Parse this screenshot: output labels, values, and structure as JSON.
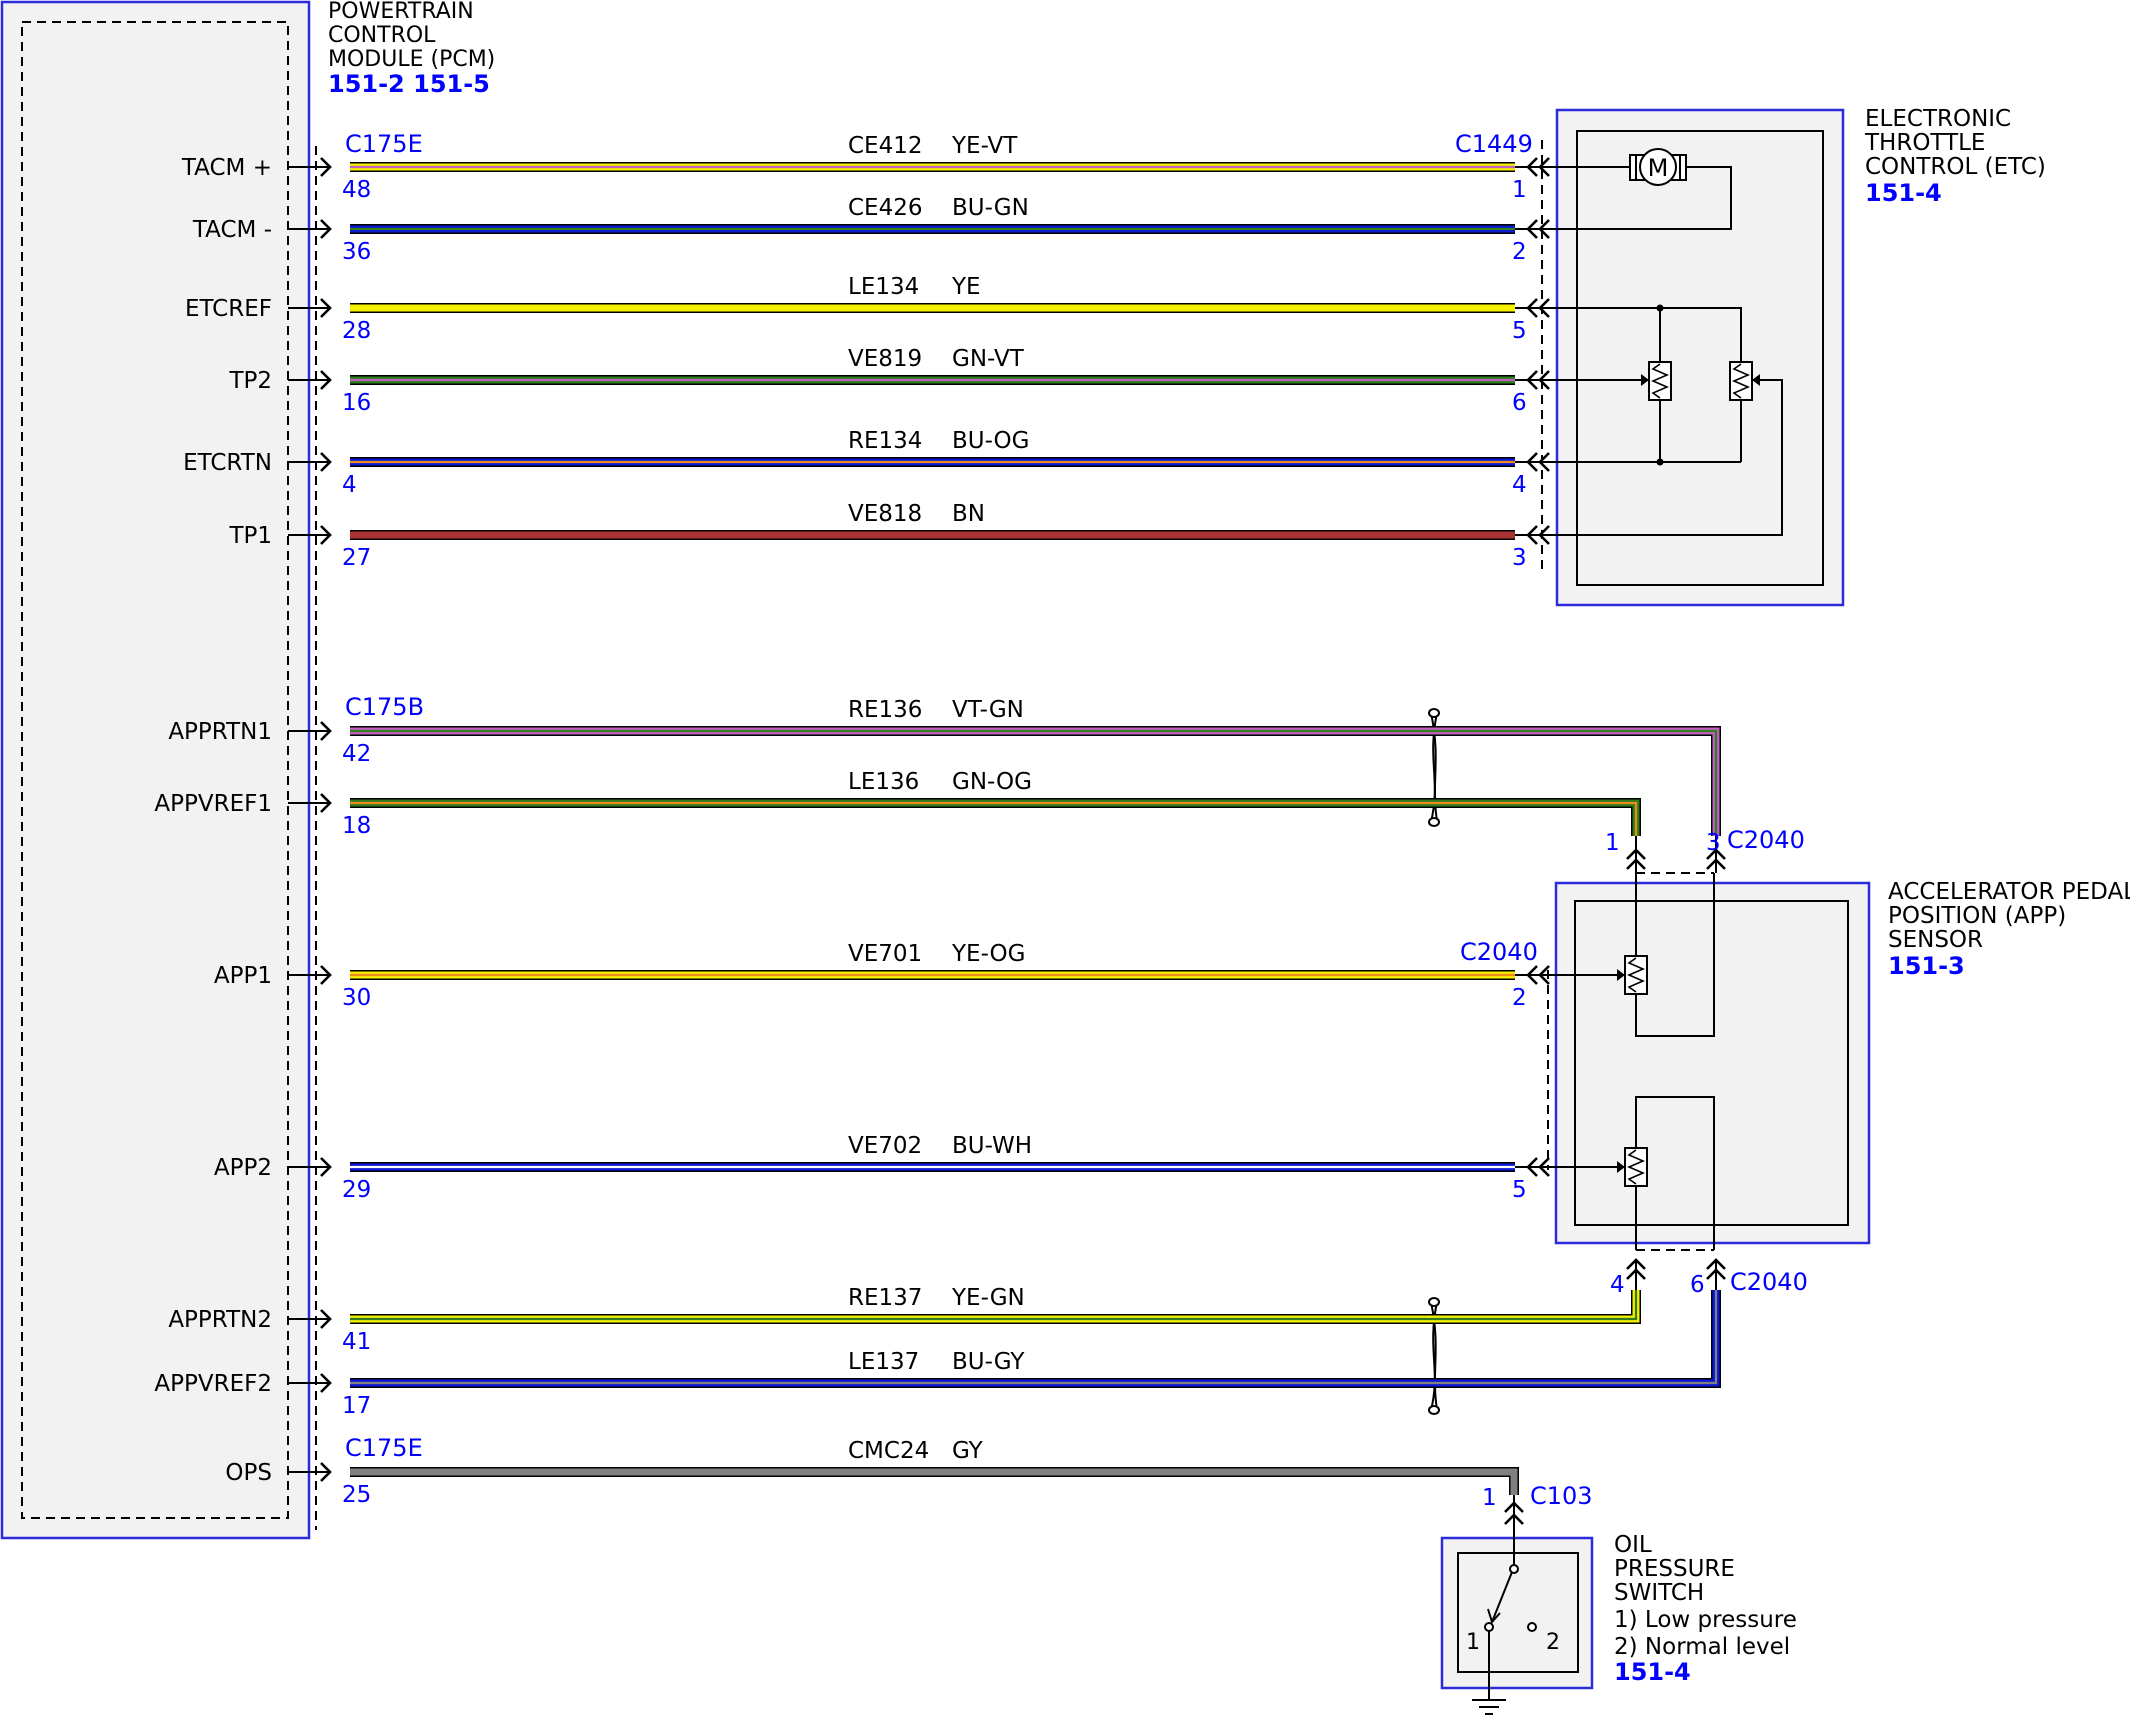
{
  "colors": {
    "module_border": "#2b2bdc",
    "module_fill": "#f2f2f2",
    "pin_number": "#0000ff",
    "YE": "#f5f000",
    "BU": "#0b18d6",
    "GN": "#2e7d1e",
    "VT": "#c060c0",
    "BN": "#a83232",
    "GY": "#808080",
    "OG": "#f08a1c",
    "WH": "#ffffff",
    "RD": "#d01010"
  },
  "pcm": {
    "title_lines": [
      "POWERTRAIN",
      "CONTROL",
      "MODULE (PCM)"
    ],
    "ref": "151-2 151-5",
    "connectors": [
      "C175E",
      "C175B",
      "C175E"
    ]
  },
  "etc": {
    "title_lines": [
      "ELECTRONIC",
      "THROTTLE",
      "CONTROL (ETC)"
    ],
    "ref": "151-4",
    "connector": "C1449",
    "motor_symbol": "M"
  },
  "app": {
    "title_lines": [
      "ACCELERATOR PEDAL",
      "POSITION (APP)",
      "SENSOR"
    ],
    "ref": "151-3",
    "connector": "C2040"
  },
  "ops_switch": {
    "title_lines": [
      "OIL",
      "PRESSURE",
      "SWITCH",
      "1) Low pressure",
      "2) Normal level"
    ],
    "ref": "151-4",
    "connector": "C103",
    "contact_labels": [
      "1",
      "2"
    ]
  },
  "circuits": [
    {
      "signal": "TACM +",
      "pcm_pin": "48",
      "circuit": "CE412",
      "color": "YE-VT",
      "far_pin": "1"
    },
    {
      "signal": "TACM -",
      "pcm_pin": "36",
      "circuit": "CE426",
      "color": "BU-GN",
      "far_pin": "2"
    },
    {
      "signal": "ETCREF",
      "pcm_pin": "28",
      "circuit": "LE134",
      "color": "YE",
      "far_pin": "5"
    },
    {
      "signal": "TP2",
      "pcm_pin": "16",
      "circuit": "VE819",
      "color": "GN-VT",
      "far_pin": "6"
    },
    {
      "signal": "ETCRTN",
      "pcm_pin": "4",
      "circuit": "RE134",
      "color": "BU-OG",
      "far_pin": "4"
    },
    {
      "signal": "TP1",
      "pcm_pin": "27",
      "circuit": "VE818",
      "color": "BN",
      "far_pin": "3"
    },
    {
      "signal": "APPRTN1",
      "pcm_pin": "42",
      "circuit": "RE136",
      "color": "VT-GN",
      "far_pin": "3"
    },
    {
      "signal": "APPVREF1",
      "pcm_pin": "18",
      "circuit": "LE136",
      "color": "GN-OG",
      "far_pin": "1"
    },
    {
      "signal": "APP1",
      "pcm_pin": "30",
      "circuit": "VE701",
      "color": "YE-OG",
      "far_pin": "2"
    },
    {
      "signal": "APP2",
      "pcm_pin": "29",
      "circuit": "VE702",
      "color": "BU-WH",
      "far_pin": "5"
    },
    {
      "signal": "APPRTN2",
      "pcm_pin": "41",
      "circuit": "RE137",
      "color": "YE-GN",
      "far_pin": "4"
    },
    {
      "signal": "APPVREF2",
      "pcm_pin": "17",
      "circuit": "LE137",
      "color": "BU-GY",
      "far_pin": "6"
    },
    {
      "signal": "OPS",
      "pcm_pin": "25",
      "circuit": "CMC24",
      "color": "GY",
      "far_pin": "1"
    }
  ]
}
